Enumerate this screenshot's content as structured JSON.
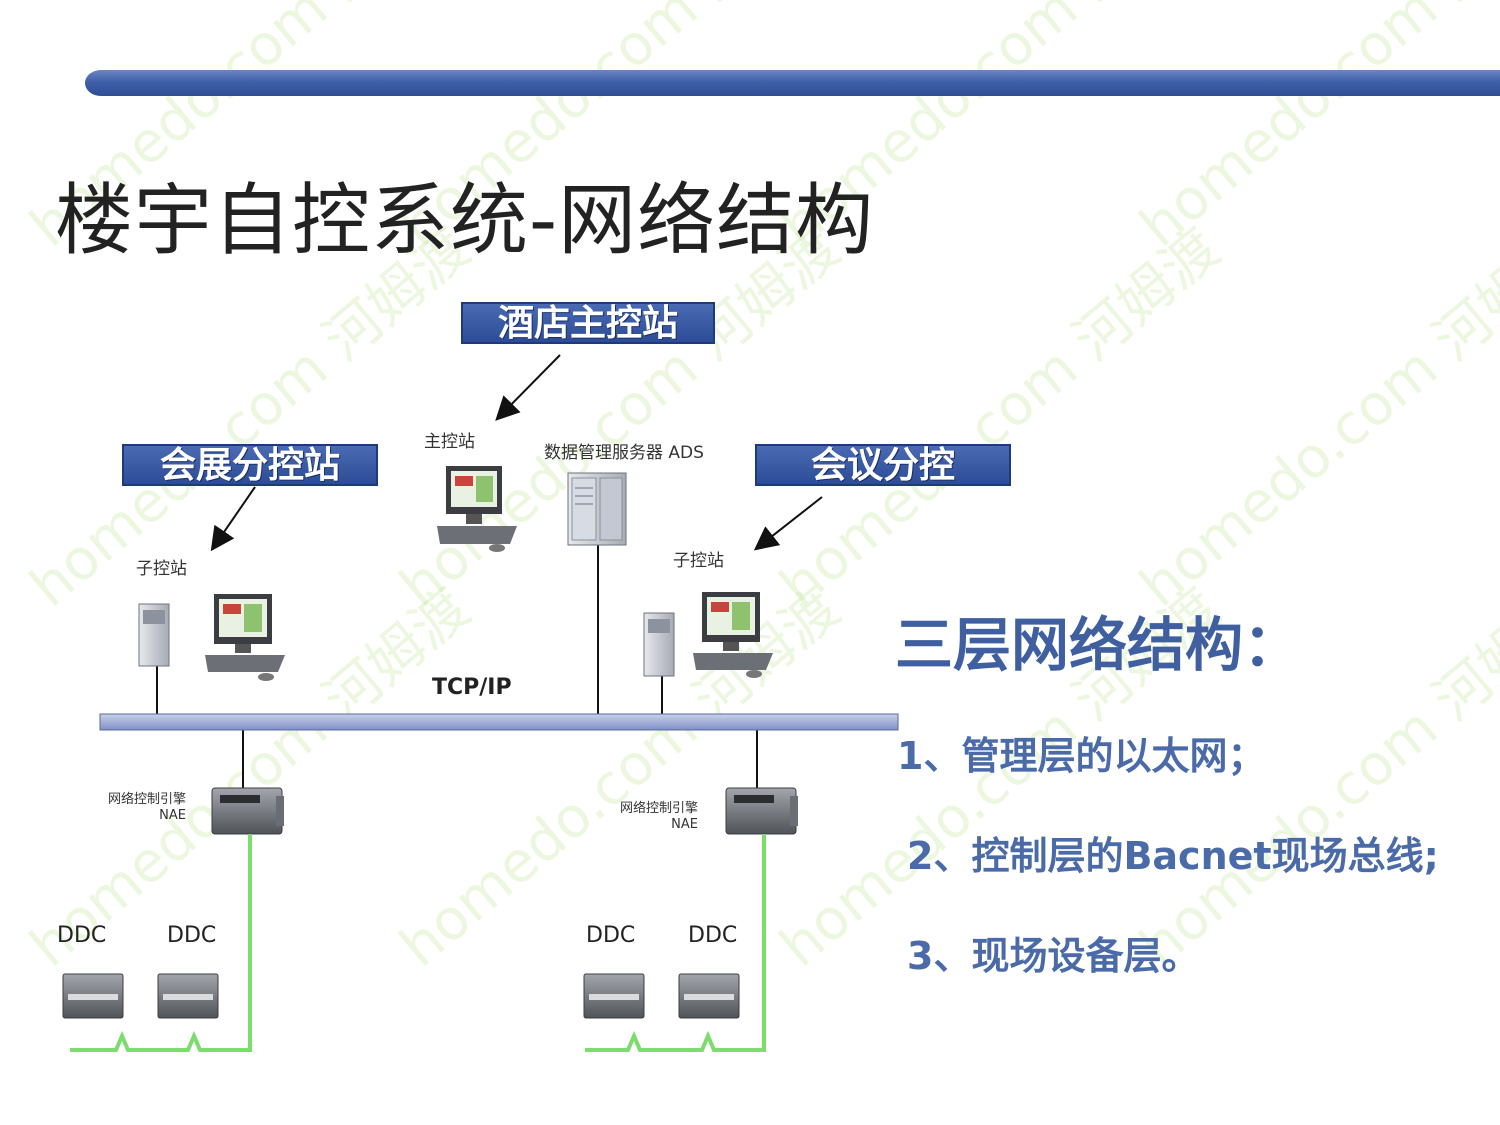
{
  "slide": {
    "title": "楼宇自控系统-网络结构",
    "labels": {
      "hotel_master": "酒店主控站",
      "exhibition_sub": "会展分控站",
      "meeting_sub": "会议分控"
    },
    "nodes": {
      "master_station": "主控站",
      "ads_server": "数据管理服务器 ADS",
      "sub_station_left": "子控站",
      "sub_station_right": "子控站",
      "network": "TCP/IP",
      "nae_left_line1": "网络控制引擎",
      "nae_left_line2": "NAE",
      "nae_right_line1": "网络控制引擎",
      "nae_right_line2": "NAE",
      "ddc_1": "DDC",
      "ddc_2": "DDC",
      "ddc_3": "DDC",
      "ddc_4": "DDC"
    },
    "summary": {
      "heading": "三层网络结构：",
      "items": [
        "1、管理层的以太网；",
        "2、控制层的Bacnet现场总线;",
        "3、现场设备层。"
      ]
    },
    "watermark": "homedo.com 河姆渡",
    "colors": {
      "accent": "#2f4e95",
      "heading": "#3f5fa0",
      "fieldbus": "#7ddc6e"
    }
  }
}
